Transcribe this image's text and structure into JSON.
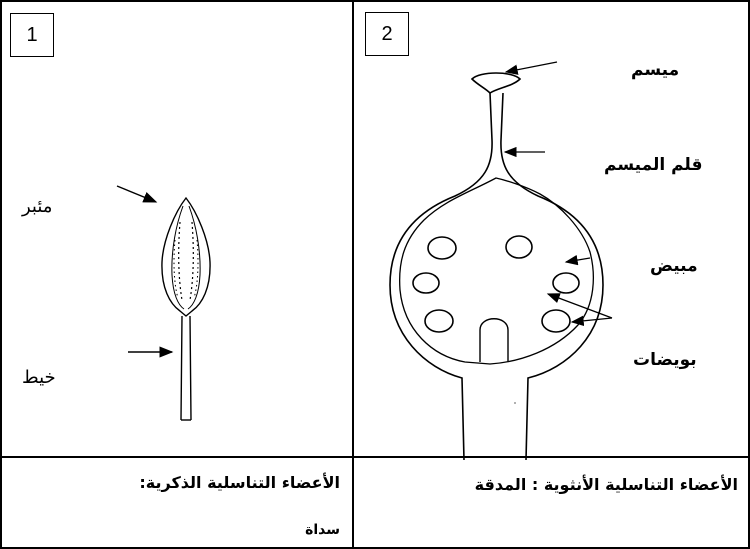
{
  "panel_1": {
    "number": "1",
    "labels": {
      "anther": "مئبر",
      "filament": "خيط"
    },
    "caption": "الأعضاء التناسلية الذكرية:",
    "caption_line2": "سداة"
  },
  "panel_2": {
    "number": "2",
    "labels": {
      "stigma": "ميسم",
      "style": "قلم الميسم",
      "ovary": "مبيض",
      "ovules": "بويضات"
    },
    "caption": "الأعضاء التناسلية الأنثوية : المدقة"
  }
}
